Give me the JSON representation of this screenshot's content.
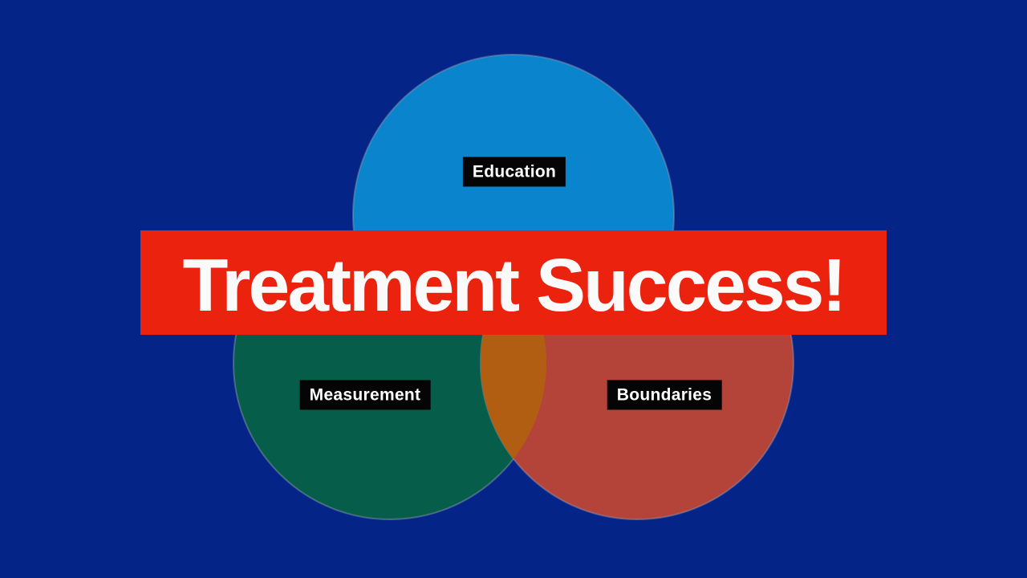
{
  "slide": {
    "background_color": "#042487"
  },
  "banner": {
    "title": "Treatment Success!",
    "background_color": "#eb220e",
    "text_color": "#fafafa"
  },
  "diagram": {
    "type": "venn",
    "circles": [
      {
        "id": "education",
        "label": "Education",
        "color": "#0984cd",
        "position": "top"
      },
      {
        "id": "measurement",
        "label": "Measurement",
        "color": "#065e4a",
        "position": "bottom-left"
      },
      {
        "id": "boundaries",
        "label": "Boundaries",
        "color": "#b4443a",
        "position": "bottom-right"
      }
    ],
    "overlaps": [
      {
        "between": [
          "measurement",
          "boundaries"
        ],
        "color": "#b25e12"
      }
    ],
    "outline_color": "rgba(150,155,175,0.45)",
    "label_chip": {
      "background_color": "#050505",
      "text_color": "#ffffff"
    }
  }
}
